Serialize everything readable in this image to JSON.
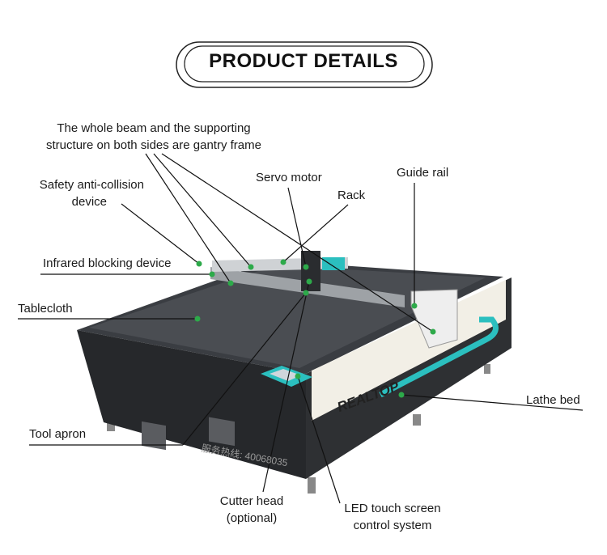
{
  "header": {
    "title": "PRODUCT DETAILS"
  },
  "labels": {
    "gantry_frame": [
      "The whole beam and the supporting",
      "structure on both sides are gantry frame"
    ],
    "safety_device": [
      "Safety anti-collision",
      "device"
    ],
    "servo_motor": "Servo motor",
    "rack": "Rack",
    "guide_rail": "Guide rail",
    "infrared": "Infrared blocking device",
    "tablecloth": "Tablecloth",
    "tool_apron": "Tool apron",
    "lathe_bed": "Lathe bed",
    "cutter_head": [
      "Cutter head",
      "(optional)"
    ],
    "led_screen": [
      "LED touch screen",
      "control system"
    ]
  },
  "machine": {
    "brand_logo": "REALTOP",
    "hotline": "服务热线: 40068035"
  },
  "colors": {
    "accent": "#2bbfbf",
    "marker": "#2daa4a",
    "table": "#3a3d42",
    "panel": "#f2efe6"
  }
}
